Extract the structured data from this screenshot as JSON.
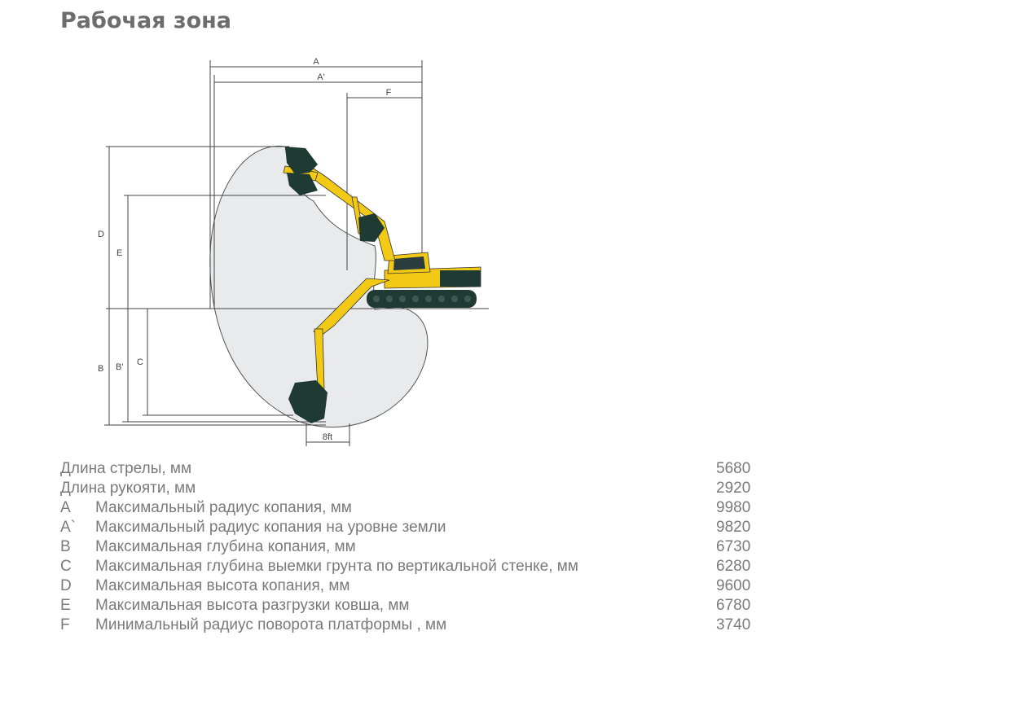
{
  "title": "Рабочая зона",
  "diagram": {
    "dims": {
      "A": "A",
      "A_prime": "A'",
      "F": "F",
      "D": "D",
      "E": "E",
      "B": "B",
      "B_prime": "B'",
      "C": "C",
      "ft": "8ft"
    }
  },
  "specs": [
    {
      "code": "",
      "label": "Длина стрелы, мм",
      "value": "5680"
    },
    {
      "code": "",
      "label": "Длина рукояти, мм",
      "value": "2920"
    },
    {
      "code": "A",
      "label": "Максимальный радиус копания, мм",
      "value": "9980"
    },
    {
      "code": "A`",
      "label": "Максимальный радиус копания на уровне земли",
      "value": "9820"
    },
    {
      "code": "B",
      "label": "Максимальная глубина копания, мм",
      "value": "6730"
    },
    {
      "code": "C",
      "label": "Максимальная глубина выемки грунта по вертикальной стенке, мм",
      "value": "6280"
    },
    {
      "code": "D",
      "label": "Максимальная высота копания, мм",
      "value": "9600"
    },
    {
      "code": "E",
      "label": "Максимальная высота разгрузки ковша, мм",
      "value": "6780"
    },
    {
      "code": "F",
      "label": "Минимальный радиус поворота платформы , мм",
      "value": "3740"
    }
  ]
}
